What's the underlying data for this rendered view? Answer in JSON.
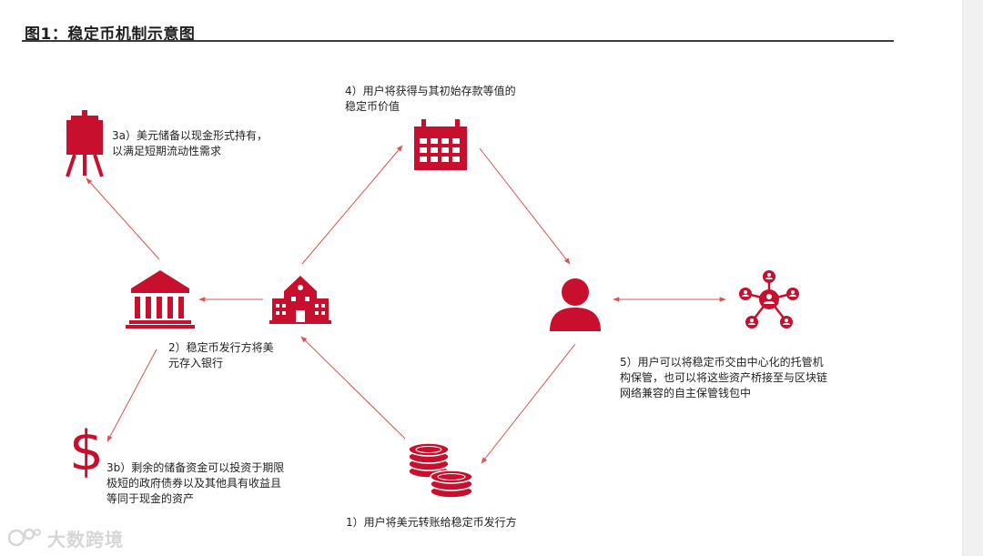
{
  "figure": {
    "title": "图1：稳定币机制示意图"
  },
  "labels": {
    "step_4": [
      "4）用户将获得与其初始存款等值的",
      "稳定币价值"
    ],
    "step_3a": [
      "3a）美元储备以现金形式持有，",
      "以满足短期流动性需求"
    ],
    "step_2": [
      "2）稳定币发行方将美",
      "元存入银行"
    ],
    "step_5": [
      "5）用户可以将稳定币交由中心化的托管机",
      "构保管，也可以将这些资产桥接至与区块链",
      "网络兼容的自主保管钱包中"
    ],
    "step_3b": [
      "3b）剩余的储备资金可以投资于期限",
      "极短的政府债券以及其他具有收益且",
      "等同于现金的资产"
    ],
    "step_1": [
      "1）用户将美元转账给稳定币发行方"
    ]
  },
  "watermark": {
    "text": "大数跨境"
  },
  "colors": {
    "accent": "#c8102e",
    "arrow": "#d9534f",
    "text": "#222222"
  },
  "icons": {
    "easel": "easel-icon",
    "calendar": "calendar-icon",
    "bank": "bank-icon",
    "school": "issuer-building-icon",
    "user": "user-icon",
    "network": "network-icon",
    "dollar": "dollar-icon",
    "coins": "coins-icon"
  }
}
